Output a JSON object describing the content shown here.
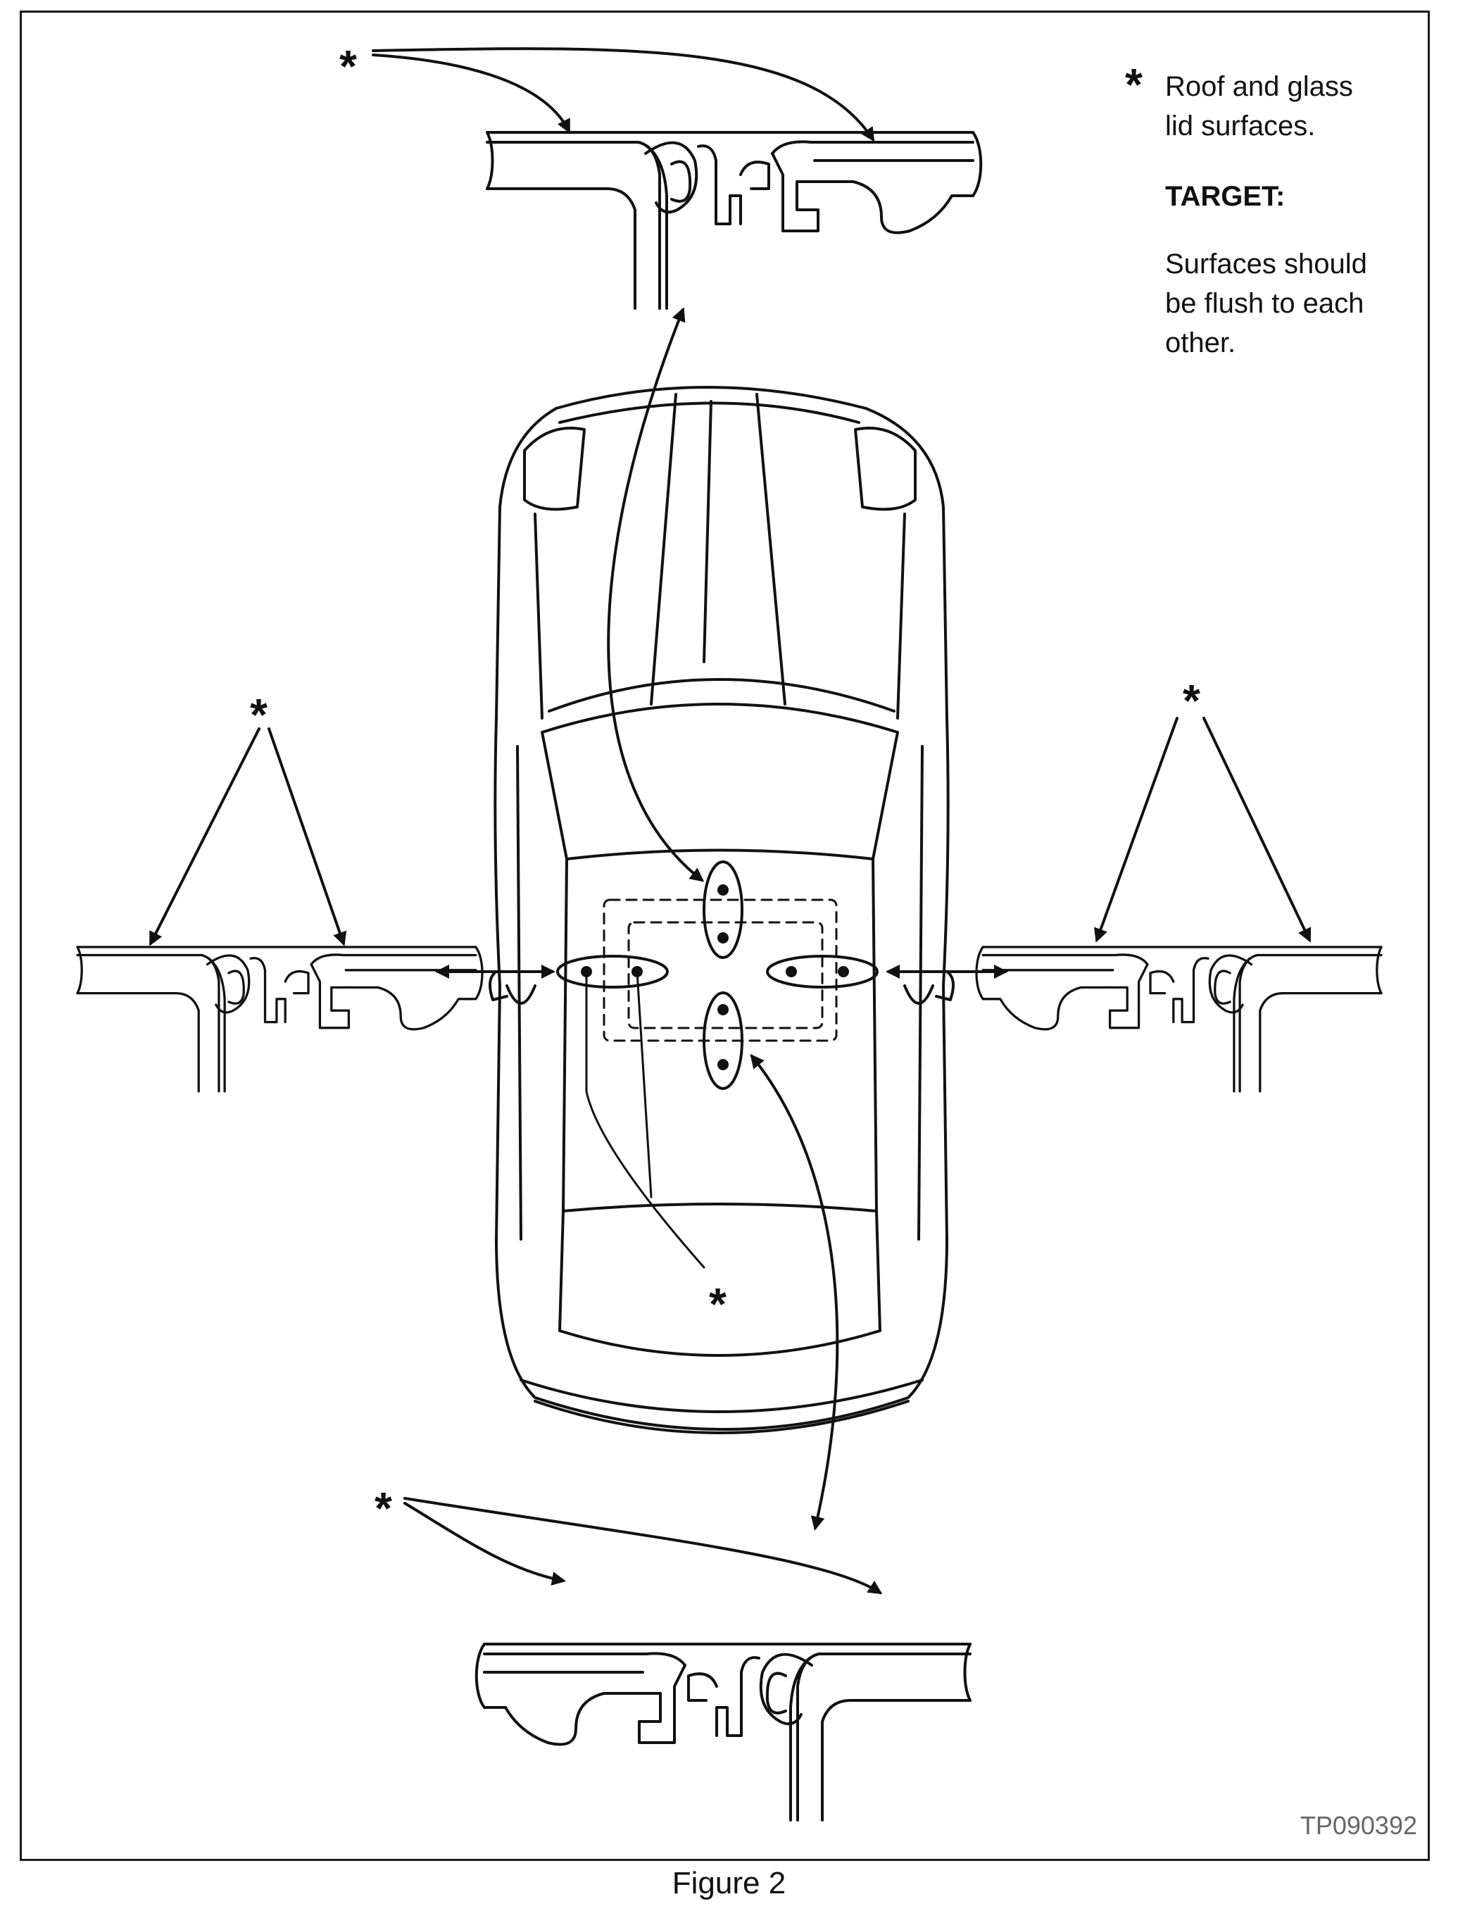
{
  "legend": {
    "marker": "*",
    "line1": "Roof and glass",
    "line2": "lid surfaces.",
    "target_label": "TARGET:",
    "target_line1": "Surfaces should",
    "target_line2": "be flush to each",
    "target_line3": "other."
  },
  "callouts": {
    "top": "*",
    "left": "*",
    "right": "*",
    "center": "*",
    "bottom": "*"
  },
  "figure_id": "TP090392",
  "caption": "Figure 2"
}
